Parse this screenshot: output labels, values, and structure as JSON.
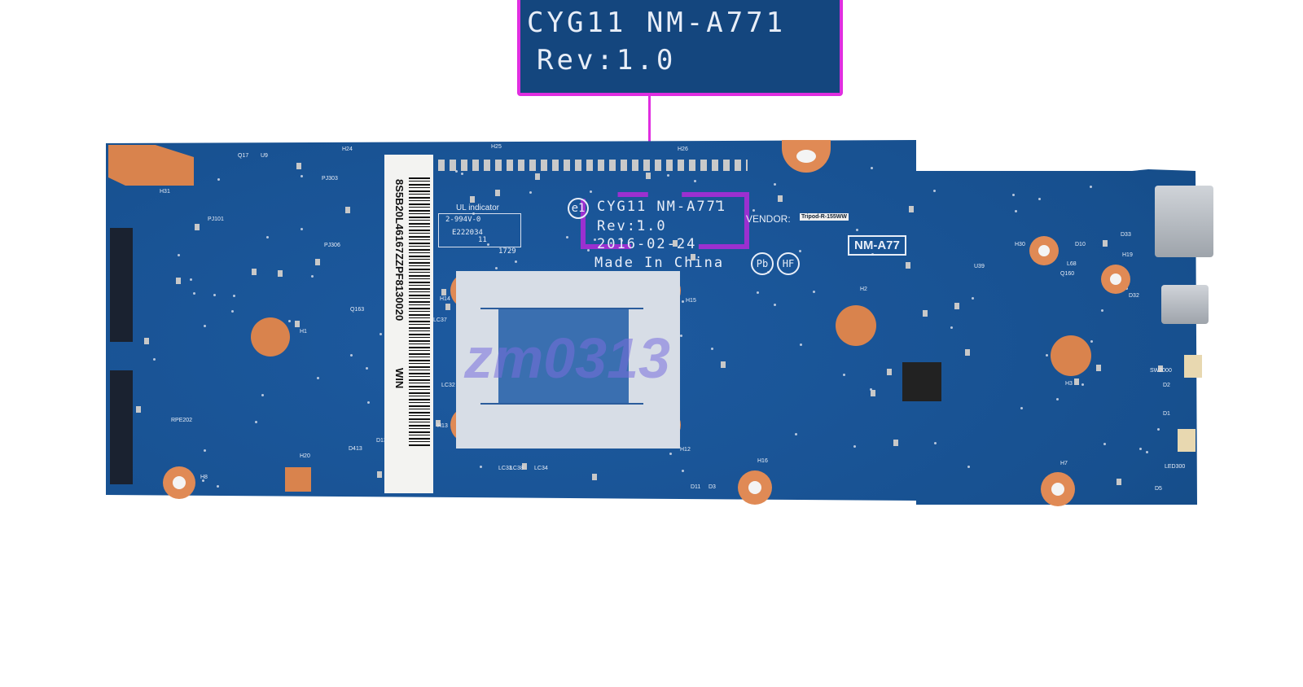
{
  "inset": {
    "line1": "CYG11  NM-A771",
    "line2": "Rev:1.0"
  },
  "board": {
    "model_line": "CYG11  NM-A771",
    "rev": "Rev:1.0",
    "date": "2016-02-24",
    "origin": "Made In China",
    "e1_mark": "e1",
    "pb_mark": "Pb",
    "hf_mark": "HF",
    "vendor_label": "VENDOR:",
    "vendor_value": "Tripod-R-155WW",
    "nm_badge": "NM-A77",
    "ul_title": "UL indicator",
    "ul_line1": "2-994V-0",
    "ul_line2": "E222034",
    "ul_line3": "11",
    "ul_code": "1729",
    "refs": [
      "H24",
      "H25",
      "H26",
      "H31",
      "Q17",
      "U9",
      "PJ303",
      "PJ101",
      "PJ306",
      "H1",
      "Q163",
      "LC37",
      "H14",
      "H15",
      "LC32",
      "H13",
      "H12",
      "LC33",
      "LC38",
      "LC34",
      "H20",
      "H8",
      "RPE202",
      "D13",
      "D413",
      "H2",
      "H16",
      "D11",
      "D3",
      "H30",
      "D10",
      "U39",
      "L68",
      "Q160",
      "H19",
      "D33",
      "D32",
      "H3",
      "SW2000",
      "D2",
      "D1",
      "H7",
      "D5",
      "LED300"
    ]
  },
  "sticker": {
    "serial": "8S5B20L46167ZZPF8130020",
    "os": "WIN"
  },
  "watermark": "zm0313",
  "colors": {
    "pcb": "#17508f",
    "highlight": "#e02ee0",
    "pad": "#e08a55"
  }
}
